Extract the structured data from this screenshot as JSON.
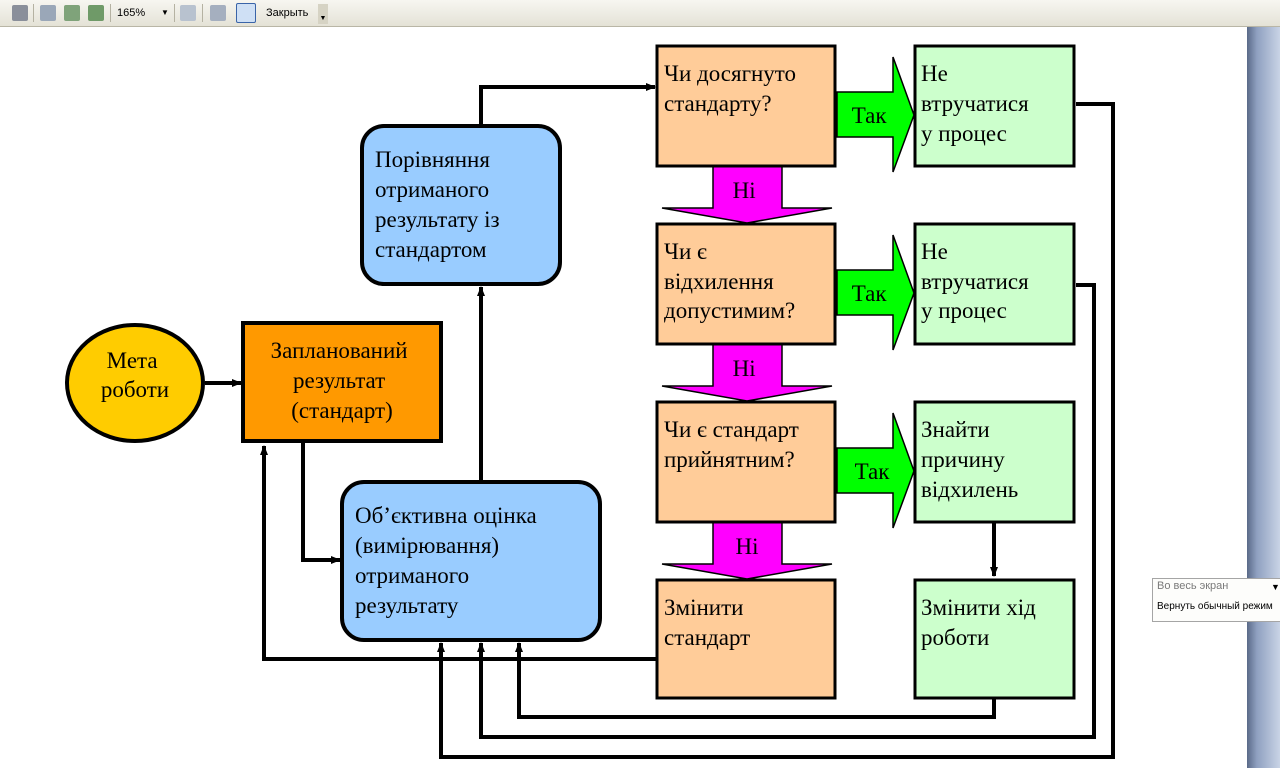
{
  "toolbar": {
    "zoom": "165%",
    "close_label": "Закрыть",
    "icons": [
      "print-icon",
      "print-preview-icon",
      "one-page-icon",
      "multiple-pages-icon",
      "zoom-dropdown",
      "zoom-out-icon",
      "copy-slide-icon",
      "full-screen-icon",
      "close-button"
    ]
  },
  "popup": {
    "title": "Во весь экран",
    "button": "Вернуть обычный режим"
  },
  "diagram": {
    "goal": [
      "Мета",
      "роботи"
    ],
    "planned": [
      "Запланований",
      "результат",
      "(стандарт)"
    ],
    "compare": [
      "Порівняння",
      "отриманого",
      "результату із",
      "стандартом"
    ],
    "evaluate": [
      "Об’єктивна оцінка",
      "(вимірювання)",
      "отриманого",
      "результату"
    ],
    "q1": [
      "Чи досягнуто",
      "стандарту?"
    ],
    "q2": [
      "Чи є",
      "відхилення",
      "допустимим?"
    ],
    "q3": [
      "Чи є стандарт",
      "прийнятним?"
    ],
    "change_standard": [
      "Змінити",
      "стандарт"
    ],
    "no_interfere_1": [
      "Не",
      "втручатися",
      "у процес"
    ],
    "no_interfere_2": [
      "Не",
      "втручатися",
      "у процес"
    ],
    "find_cause": [
      "Знайти",
      "причину",
      "відхилень"
    ],
    "change_course": [
      "Змінити хід",
      "роботи"
    ],
    "yes_label": "Так",
    "no_label": "Ні"
  },
  "colors": {
    "goal_fill": "#ffcc00",
    "planned_fill": "#ff9900",
    "blue_fill": "#99ccff",
    "question_fill": "#ffcc99",
    "green_fill": "#ccffcc",
    "yes_arrow": "#00ff00",
    "no_arrow": "#ff00ff"
  }
}
